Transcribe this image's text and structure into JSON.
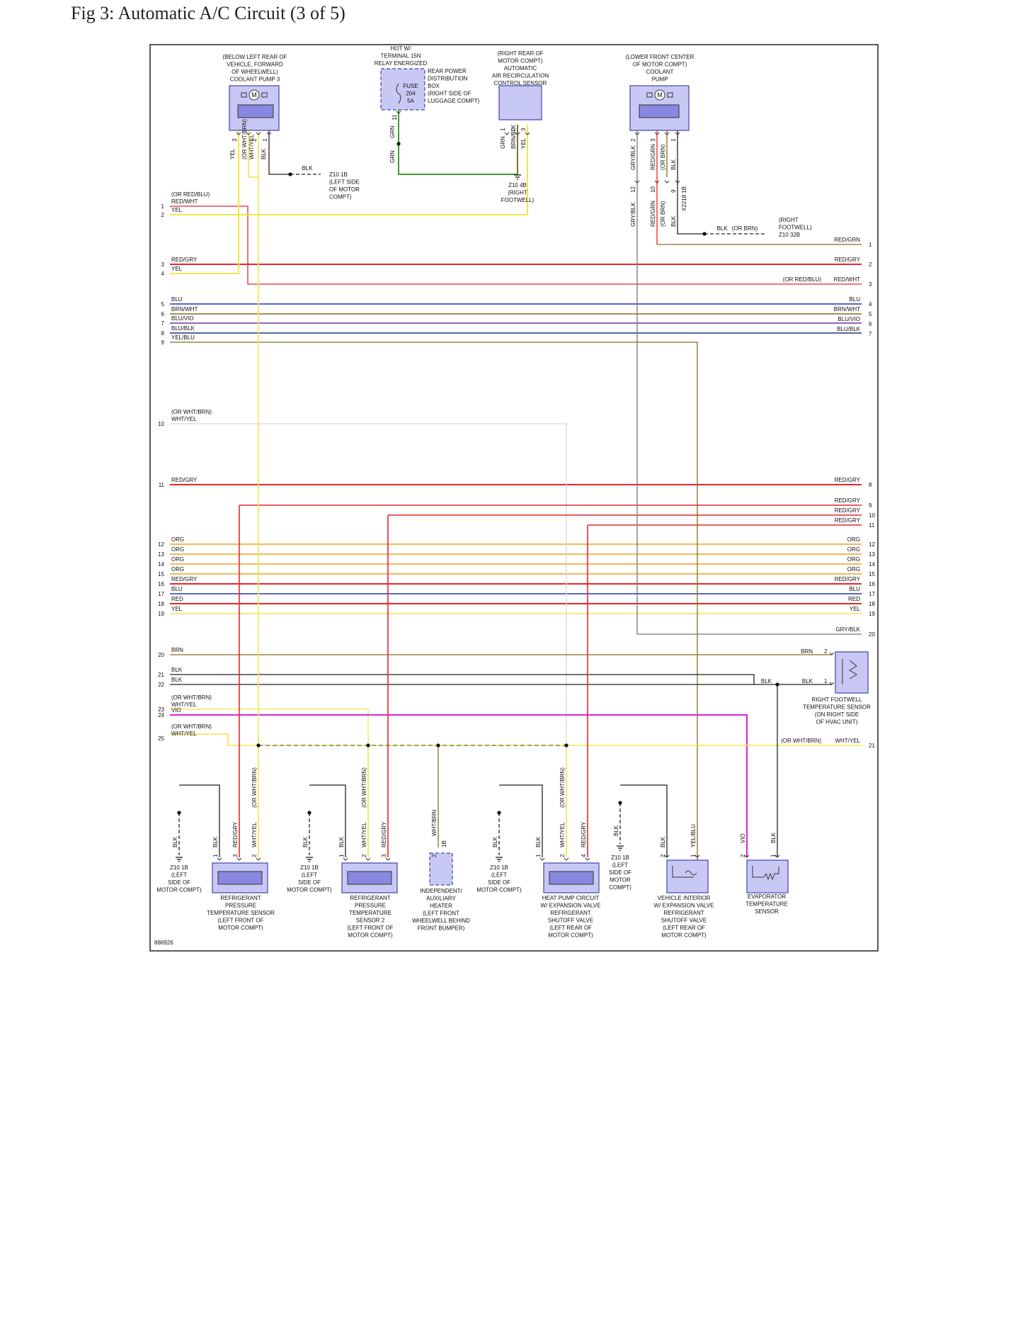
{
  "title": "Fig 3: Automatic A/C Circuit (3 of 5)",
  "ref_id": "886926",
  "colors": {
    "RED": "#e8262a",
    "YEL": "#f2e64a",
    "BLU": "#2530c8",
    "ORG": "#f0a020",
    "BRN": "#8a6a20",
    "BLK": "#222222",
    "VIO": "#e020e0",
    "WHT": "#d8d8d8",
    "GRN": "#3aa02a",
    "GRY": "#777777",
    "BLUVIO": "#7030b0",
    "BLUBLK": "#26307a",
    "component_fill": "#c8c8f4",
    "component_stroke": "#4444aa"
  },
  "top_components": {
    "coolant_pump_3": "(BELOW LEFT REAR OF|VEHICLE, FORWARD|OF WHEELWELL)|COOLANT PUMP 3",
    "hot_w": "HOT W/|TERMINAL 15N|RELAY ENERGIZED",
    "fuse": "FUSE|204|5A",
    "rear_power_box": "REAR POWER|DISTRIBUTION|BOX|(RIGHT SIDE OF|LUGGAGE COMPT)",
    "recirc_sensor": "(RIGHT REAR OF|MOTOR COMPT)|AUTOMATIC|AIR RECIRCULATION|CONTROL SENSOR",
    "coolant_pump": "(LOWER FRONT CENTER|OF MOTOR COMPT)|COOLANT|PUMP",
    "z10_1b_left": "Z10 1B|(LEFT SIDE|OF MOTOR|COMPT)",
    "z10_4b": "Z10 4B|(RIGHT|FOOTWELL)",
    "z10_32b": "(RIGHT|FOOTWELL)|Z10 32B",
    "x2218": "X2218 1B",
    "or_brn": "(OR BRN)"
  },
  "left_lines": [
    {
      "n": "1",
      "label": "RED/WHT",
      "alt": "(OR RED/BLU)"
    },
    {
      "n": "2",
      "label": "YEL"
    },
    {
      "n": "3",
      "label": "RED/GRY"
    },
    {
      "n": "4",
      "label": "YEL"
    },
    {
      "n": "5",
      "label": "BLU"
    },
    {
      "n": "6",
      "label": "BRN/WHT"
    },
    {
      "n": "7",
      "label": "BLU/VIO"
    },
    {
      "n": "8",
      "label": "BLU/BLK"
    },
    {
      "n": "9",
      "label": "YEL/BLU"
    },
    {
      "n": "10",
      "label": "WHT/YEL",
      "alt": "(OR WHT/BRN)"
    },
    {
      "n": "11",
      "label": "RED/GRY"
    },
    {
      "n": "12",
      "label": "ORG"
    },
    {
      "n": "13",
      "label": "ORG"
    },
    {
      "n": "14",
      "label": "ORG"
    },
    {
      "n": "15",
      "label": "ORG"
    },
    {
      "n": "16",
      "label": "RED/GRY"
    },
    {
      "n": "17",
      "label": "BLU"
    },
    {
      "n": "18",
      "label": "RED"
    },
    {
      "n": "19",
      "label": "YEL"
    },
    {
      "n": "20",
      "label": "BRN"
    },
    {
      "n": "21",
      "label": "BLK"
    },
    {
      "n": "22",
      "label": "BLK"
    },
    {
      "n": "23",
      "label": "WHT/YEL",
      "alt": "(OR WHT/BRN)"
    },
    {
      "n": "24",
      "label": "VIO"
    },
    {
      "n": "25",
      "label": "WHT/YEL",
      "alt": "(OR WHT/BRN)"
    }
  ],
  "right_lines": [
    {
      "n": "1",
      "label": "RED/GRN"
    },
    {
      "n": "2",
      "label": "RED/GRY"
    },
    {
      "n": "3",
      "label": "RED/WHT",
      "alt": "(OR RED/BLU)"
    },
    {
      "n": "4",
      "label": "BLU"
    },
    {
      "n": "5",
      "label": "BRN/WHT"
    },
    {
      "n": "6",
      "label": "BLU/VIO"
    },
    {
      "n": "7",
      "label": "BLU/BLK"
    },
    {
      "n": "8",
      "label": "RED/GRY"
    },
    {
      "n": "9",
      "label": "RED/GRY"
    },
    {
      "n": "10",
      "label": "RED/GRY"
    },
    {
      "n": "11",
      "label": "RED/GRY"
    },
    {
      "n": "12",
      "label": "ORG"
    },
    {
      "n": "13",
      "label": "ORG"
    },
    {
      "n": "14",
      "label": "ORG"
    },
    {
      "n": "15",
      "label": "ORG"
    },
    {
      "n": "16",
      "label": "RED/GRY"
    },
    {
      "n": "17",
      "label": "BLU"
    },
    {
      "n": "18",
      "label": "RED"
    },
    {
      "n": "19",
      "label": "YEL"
    },
    {
      "n": "20",
      "label": "GRY/BLK"
    },
    {
      "n": "21",
      "label": "WHT/YEL",
      "alt": "(OR WHT/BRN)"
    }
  ],
  "bottom_components": {
    "refrig_sensor_1": "REFRIGERANT|PRESSURE|TEMPERATURE SENSOR|(LEFT FRONT OF|MOTOR COMPT)",
    "refrig_sensor_2": "REFRIGERANT|PRESSURE|TEMPERATURE|SENSOR 2|(LEFT FRONT OF|MOTOR COMPT)",
    "aux_heater": "INDEPENDENT/|AUXILIARY|HEATER|(LEFT FRONT|WHEELWELL BEHIND|FRONT BUMPER)",
    "heat_pump_valve": "HEAT PUMP CIRCUIT|W/ EXPANSION VALVE|REFRIGERANT|SHUTOFF VALVE|(LEFT REAR OF|MOTOR COMPT)",
    "interior_valve": "VEHICLE INTERIOR|W/ EXPANSION VALVE|REFRIGERANT|SHUTOFF VALVE|(LEFT REAR OF|MOTOR COMPT)",
    "evap_sensor": "EVAPORATOR|TEMPERATURE|SENSOR",
    "z10_1b_bottom": "Z10 1B|(LEFT|SIDE OF|MOTOR COMPT)",
    "z10_1b_valve": "Z10 1B|(LEFT|SIDE OF|MOTOR|COMPT)",
    "footwell_sensor": "RIGHT FOOTWELL|TEMPERATURE SENSOR|(ON RIGHT SIDE|OF HVAC UNIT)"
  },
  "wire_labels": {
    "pump3_pins": [
      "YEL",
      "(OR WHT/BRN)",
      "WHT/YEL",
      "BLK"
    ],
    "fuse_wire": "GRN",
    "recirc_pins": [
      "GRN",
      "BRN/BLK",
      "YEL"
    ],
    "pump_pins": [
      "GRY/BLK",
      "RED/GRN",
      "(OR BRN)",
      "BLK"
    ],
    "connector_pins": [
      "GRY/BLK",
      "RED/GRN",
      "(OR BRN)",
      "BLK"
    ],
    "blk": "BLK",
    "brn": "BRN",
    "wht_yel": "WHT/YEL",
    "wht_brn_alt": "(OR WHT/BRN)",
    "red_gry": "RED/GRY",
    "wht_brn": "WHT/BRN",
    "yel_blu": "YEL/BLU",
    "vio": "VIO",
    "grn": "GRN"
  }
}
